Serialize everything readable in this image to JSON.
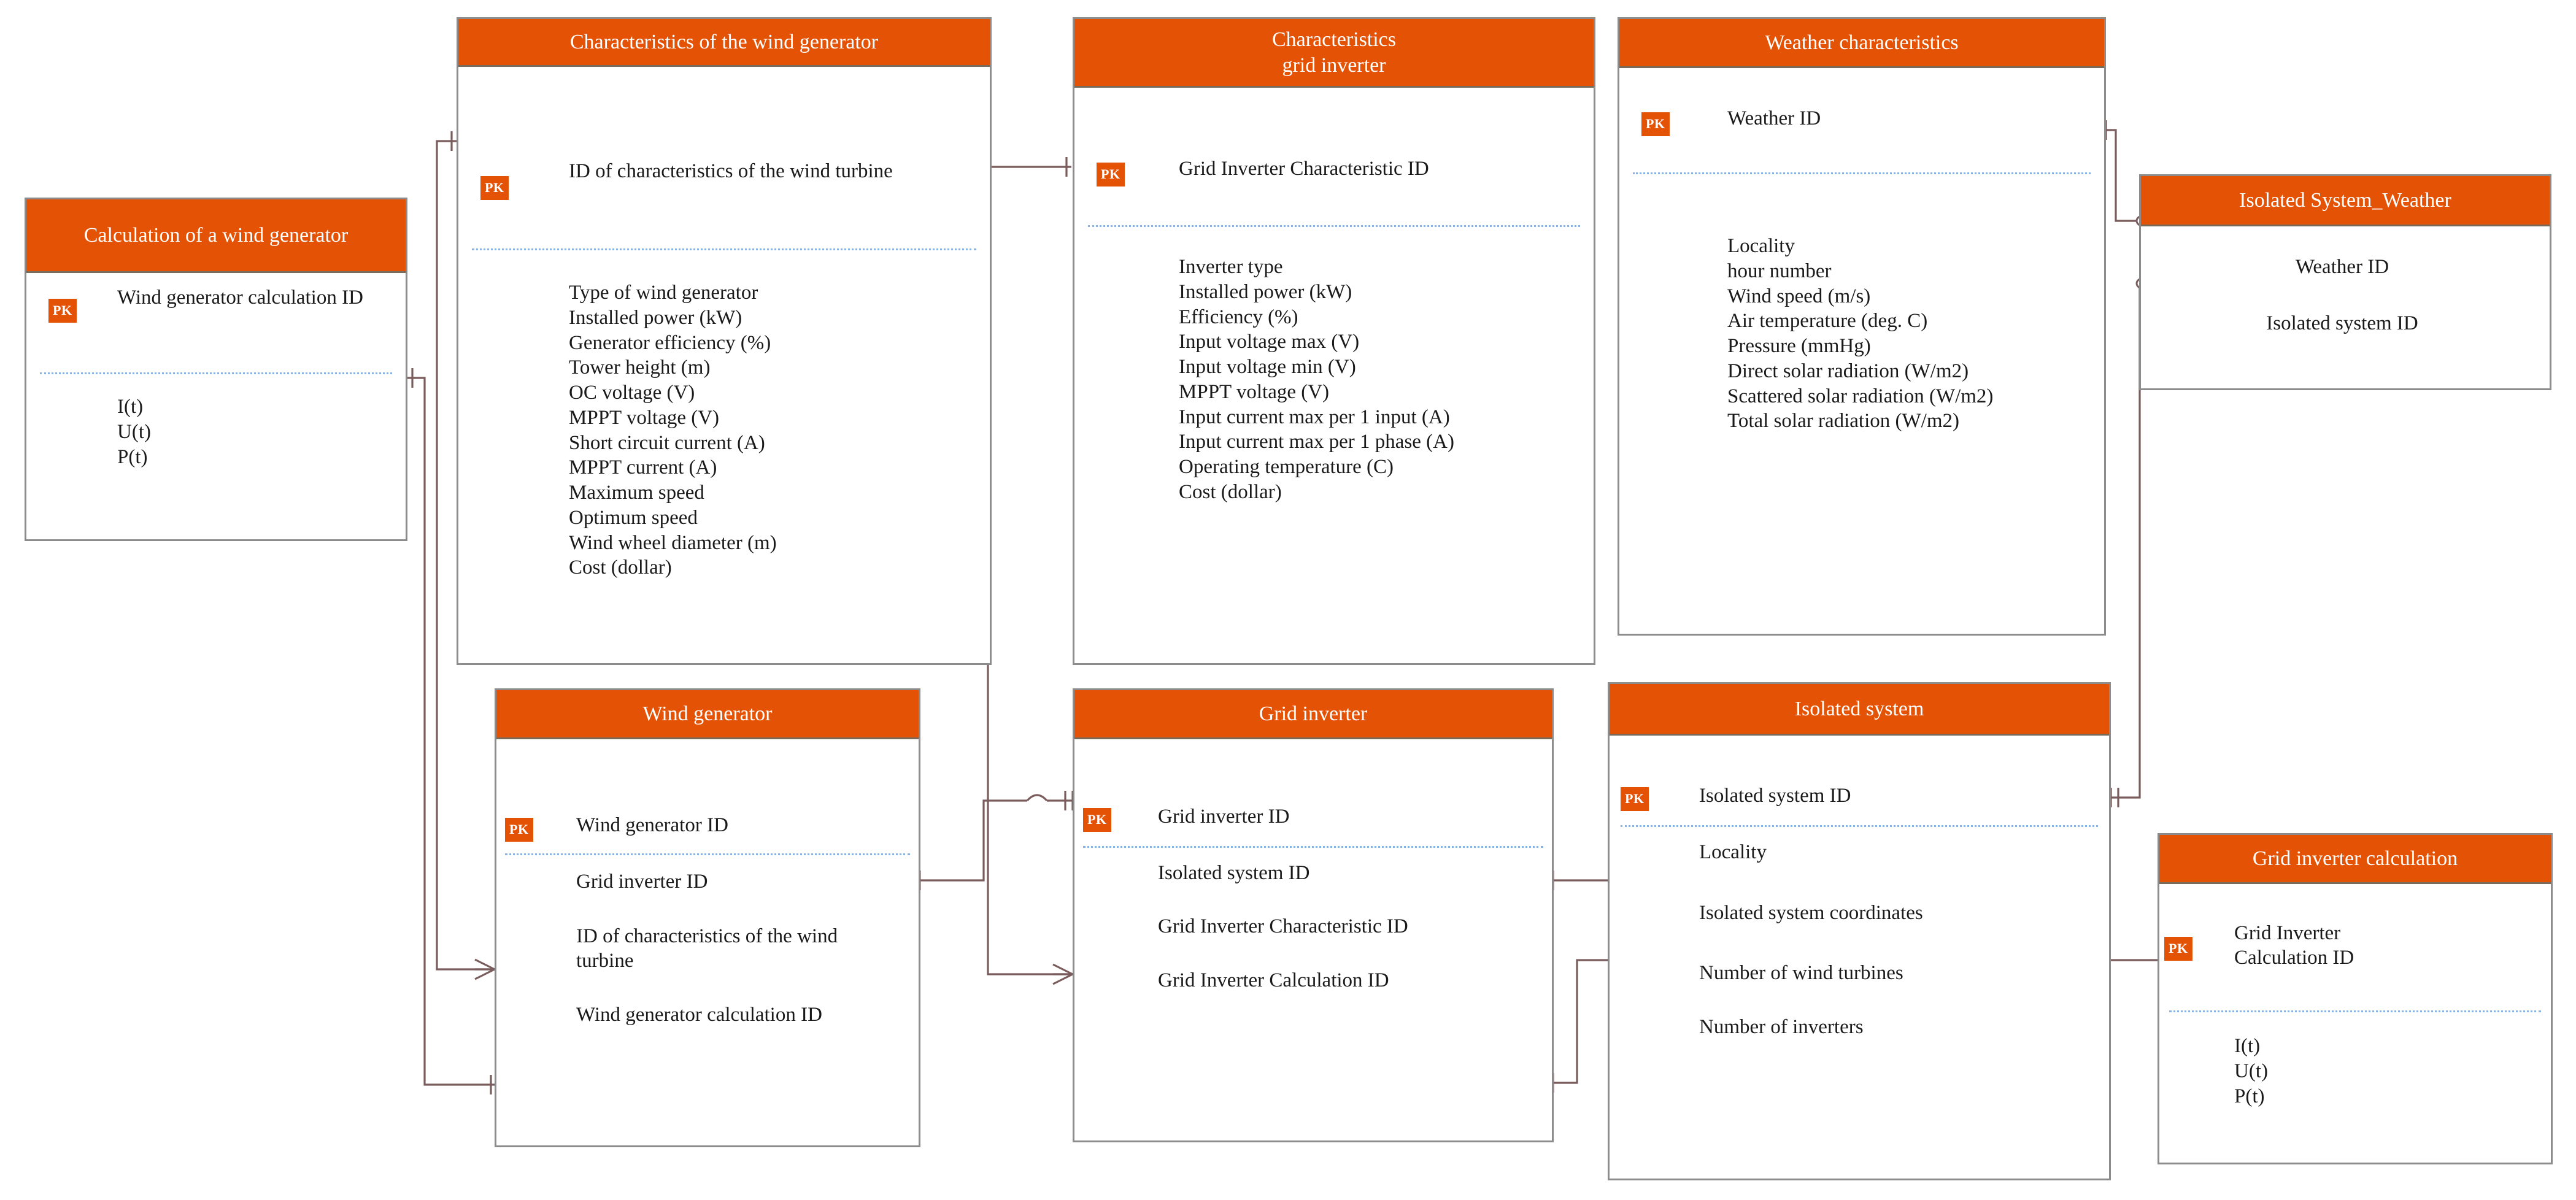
{
  "diagram": {
    "type": "entity-relationship-diagram",
    "notation": "crow's foot (IE)",
    "colors": {
      "header_fill": "#E35205",
      "header_text": "#FFFFFF",
      "entity_border": "#8C8C8C",
      "body_fill": "#FFFFFF",
      "attribute_text": "#1A1A1A",
      "pk_badge_fill": "#E35205",
      "separator_line": "#89B2E0",
      "relationship_line": "#7A5C5C"
    }
  },
  "entities": [
    {
      "id": "calculation-of-a-wind-generator",
      "title": "Calculation of a wind generator",
      "primary_keys": [
        {
          "badge": "PK",
          "label": "Wind generator calculation ID"
        }
      ],
      "attributes": [
        "I(t)",
        "U(t)",
        "P(t)"
      ]
    },
    {
      "id": "characteristics-of-the-wind-generator",
      "title": "Characteristics of the wind generator",
      "primary_keys": [
        {
          "badge": "PK",
          "label": "ID of characteristics of the wind turbine"
        }
      ],
      "attributes": [
        "Type of wind generator",
        "Installed power (kW)",
        "Generator efficiency (%)",
        "Tower height (m)",
        "OC voltage (V)",
        "MPPT voltage (V)",
        "Short circuit current (A)",
        "MPPT current (A)",
        "Maximum speed",
        "Optimum speed",
        "Wind wheel diameter (m)",
        "Cost (dollar)"
      ]
    },
    {
      "id": "characteristics-grid-inverter",
      "title": "Characteristics\ngrid inverter",
      "primary_keys": [
        {
          "badge": "PK",
          "label": "Grid Inverter Characteristic ID"
        }
      ],
      "attributes": [
        "Inverter type",
        "Installed power (kW)",
        "Efficiency (%)",
        "Input voltage max (V)",
        "Input voltage min (V)",
        "MPPT voltage (V)",
        "Input current max per 1 input (A)",
        "Input current max per 1 phase (A)",
        "Operating temperature (C)",
        "Cost (dollar)"
      ]
    },
    {
      "id": "weather-characteristics",
      "title": "Weather characteristics",
      "primary_keys": [
        {
          "badge": "PK",
          "label": "Weather ID"
        }
      ],
      "attributes": [
        "Locality",
        "hour number",
        "Wind speed (m/s)",
        "Air temperature (deg. C)",
        "Pressure (mmHg)",
        "Direct solar radiation (W/m2)",
        "Scattered solar radiation (W/m2)",
        "Total solar radiation (W/m2)"
      ]
    },
    {
      "id": "isolated-system-weather",
      "title": "Isolated System_Weather",
      "primary_keys": [],
      "attributes": [
        "Weather ID",
        "Isolated system ID"
      ]
    },
    {
      "id": "wind-generator",
      "title": "Wind generator",
      "primary_keys": [
        {
          "badge": "PK",
          "label": "Wind generator ID"
        }
      ],
      "attributes": [
        "Grid inverter ID",
        "ID of characteristics of the wind turbine",
        "Wind generator calculation ID"
      ]
    },
    {
      "id": "grid-inverter",
      "title": "Grid inverter",
      "primary_keys": [
        {
          "badge": "PK",
          "label": "Grid inverter ID"
        }
      ],
      "attributes": [
        "Isolated system ID",
        "Grid Inverter Characteristic ID",
        "Grid Inverter Calculation ID"
      ]
    },
    {
      "id": "isolated-system",
      "title": "Isolated system",
      "primary_keys": [
        {
          "badge": "PK",
          "label": "Isolated system ID"
        }
      ],
      "attributes": [
        "Locality",
        "Isolated system coordinates",
        "Number of wind turbines",
        "Number of inverters"
      ]
    },
    {
      "id": "grid-inverter-calculation",
      "title": "Grid inverter calculation",
      "primary_keys": [
        {
          "badge": "PK",
          "label": "Grid Inverter Calculation ID"
        }
      ],
      "attributes": [
        "I(t)",
        "U(t)",
        "P(t)"
      ]
    }
  ],
  "relationships": [
    {
      "from": "characteristics-of-the-wind-generator",
      "to": "wind-generator",
      "from_card": "one",
      "to_card": "many"
    },
    {
      "from": "calculation-of-a-wind-generator",
      "to": "wind-generator",
      "from_card": "one",
      "to_card": "one"
    },
    {
      "from": "characteristics-grid-inverter",
      "to": "grid-inverter",
      "from_card": "one",
      "to_card": "many"
    },
    {
      "from": "wind-generator",
      "to": "grid-inverter",
      "from_card": "many",
      "to_card": "one"
    },
    {
      "from": "grid-inverter",
      "to": "isolated-system",
      "from_card": "many",
      "to_card": "one"
    },
    {
      "from": "grid-inverter",
      "to": "grid-inverter-calculation",
      "from_card": "one",
      "to_card": "one"
    },
    {
      "from": "weather-characteristics",
      "to": "isolated-system-weather",
      "from_card": "one",
      "to_card": "zero-or-many"
    },
    {
      "from": "isolated-system",
      "to": "isolated-system-weather",
      "from_card": "one",
      "to_card": "zero-or-many"
    }
  ]
}
